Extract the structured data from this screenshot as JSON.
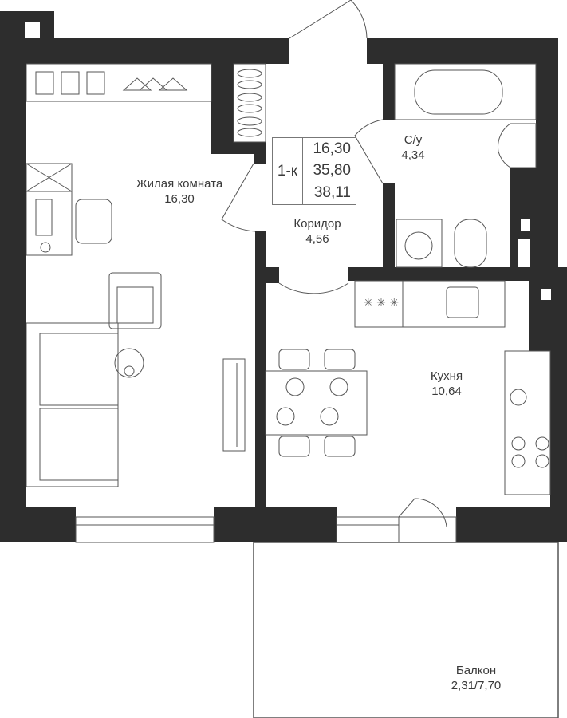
{
  "colors": {
    "wall": "#2d2d2d",
    "line": "#555555",
    "text": "#3a3a3a"
  },
  "summary": {
    "type": "1-к",
    "living_area": "16,30",
    "total_area": "35,80",
    "total_with_balcony": "38,11"
  },
  "rooms": [
    {
      "name": "Жилая комната",
      "area": "16,30"
    },
    {
      "name": "Коридор",
      "area": "4,56"
    },
    {
      "name": "С/у",
      "area": "4,34"
    },
    {
      "name": "Кухня",
      "area": "10,64"
    },
    {
      "name": "Балкон",
      "area": "2,31/7,70"
    }
  ]
}
